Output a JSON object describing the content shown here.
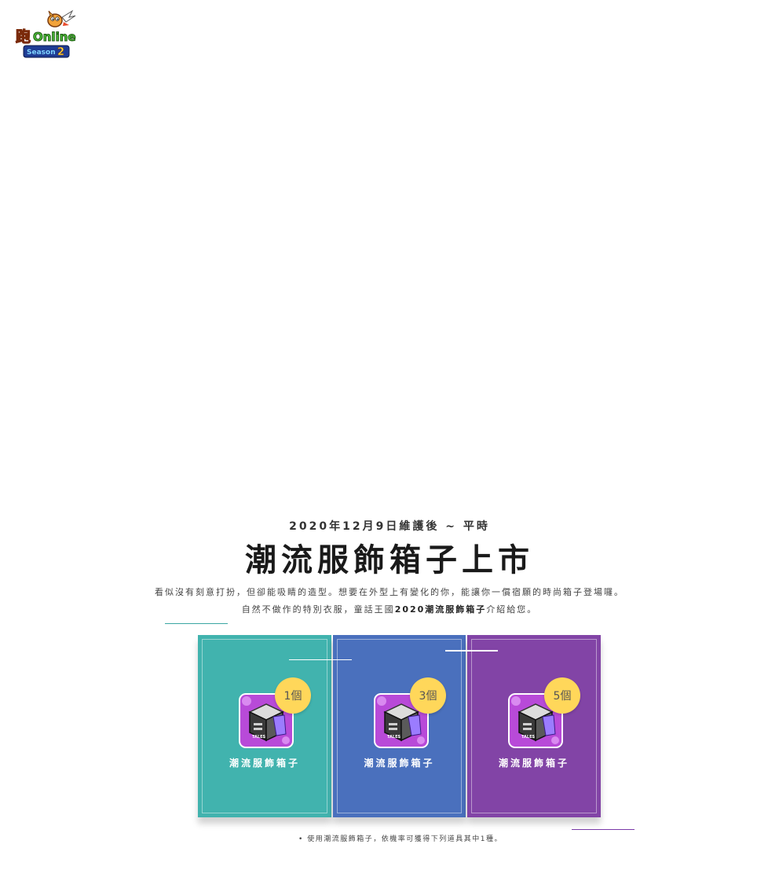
{
  "logo": {
    "text_main": "跑Online",
    "text_sub": "Season2",
    "icon": "paopao-logo-icon"
  },
  "event": {
    "date_line": "2020年12月9日維護後 ~ 平時",
    "title": "潮流服飾箱子上市",
    "desc_line1": "看似沒有刻意打扮，但卻能吸睛的造型。想要在外型上有變化的你，能讓你一償宿願的時尚箱子登場囉。",
    "desc_line2_prefix": "自然不做作的特別衣服，童話王國",
    "desc_line2_bold": "2020潮流服飾箱子",
    "desc_line2_suffix": "介紹給您。"
  },
  "cards": [
    {
      "count": "1個",
      "name": "潮流服飾箱子",
      "color": "#41b3ae"
    },
    {
      "count": "3個",
      "name": "潮流服飾箱子",
      "color": "#4a70bd"
    },
    {
      "count": "5個",
      "name": "潮流服飾箱子",
      "color": "#8244a6"
    }
  ],
  "footnote": "• 使用潮流服飾箱子，依機率可獲得下列道具其中1種。",
  "colors": {
    "teal": "#41b3ae",
    "blue": "#4a70bd",
    "purple": "#8244a6",
    "badge": "#ffd75a"
  }
}
